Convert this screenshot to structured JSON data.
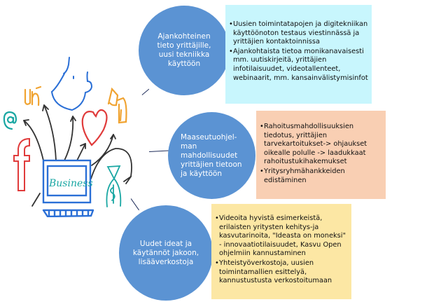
{
  "illustration": {
    "monitor_label": "Business",
    "icons": [
      "at-sign-icon",
      "facebook-f-icon",
      "youtube-icon",
      "thumbs-up-icon",
      "heart-icon",
      "house-icon",
      "hourglass-dollar-icon",
      "laptop-icon"
    ],
    "colors": {
      "blue": "#2a6fd6",
      "teal": "#1aa7a3",
      "red": "#e03b3b",
      "orange": "#f0a331",
      "arrow": "#333333"
    }
  },
  "nodes": [
    {
      "title": "Ajankohteinen tieto yrittäjille, uusi tekniikka käyttöön",
      "title_lines": [
        "Ajankohteinen",
        "tieto yrittäjille,",
        "uusi tekniikka",
        "käyttöön"
      ],
      "box_color": "#c8f6fd",
      "bullets": [
        "Uusien toimintatapojen ja digitekniikan käyttöönoton testaus viestinnässä ja yrittäjien kontaktoinnissa",
        "Ajankohtaista tietoa monikanavaisesti mm. uutiskirjeitä, yrittäjien infotilaisuudet, videotallenteet, webinaarit, mm. kansainvälistymisinfot"
      ]
    },
    {
      "title": "Maaseutuohjelman mahdollisuudet yrittäjien tietoon ja käyttöön",
      "title_lines": [
        "Maaseutuohjel-",
        "man",
        "mahdollisuudet",
        "yrittäjien tietoon",
        "ja käyttöön"
      ],
      "box_color": "#f9cfb3",
      "bullets": [
        "Rahoitusmahdollisuuksien tiedotus, yrittäjien tarvekartoitukset-> ohjaukset oikealle polulle -> laadukkaat rahoitustukihakemukset",
        "Yritysryhmähankkeiden edistäminen"
      ]
    },
    {
      "title": "Uudet ideat ja käytännöt jakoon, lisää verkostoja",
      "title_lines": [
        "Uudet ideat ja",
        "käytännöt jakoon,",
        "lisääverkostoja"
      ],
      "box_color": "#fce7a4",
      "bullets": [
        " Videoita hyvistä esimerkeistä, erilaisten yritysten kehitys-ja kasvutarinoita, \"Ideasta on moneksi\" - innovaatiotilaisuudet, Kasvu Open ohjelmiin kannustaminen",
        "Yhteistyöverkostoja, uusien toimintamallien esittelyä, kannustustusta verkostoitumaan"
      ]
    }
  ],
  "colors": {
    "circle": "#5b93d3",
    "connector": "#1f2d5a",
    "text_on_circle": "#ffffff"
  }
}
